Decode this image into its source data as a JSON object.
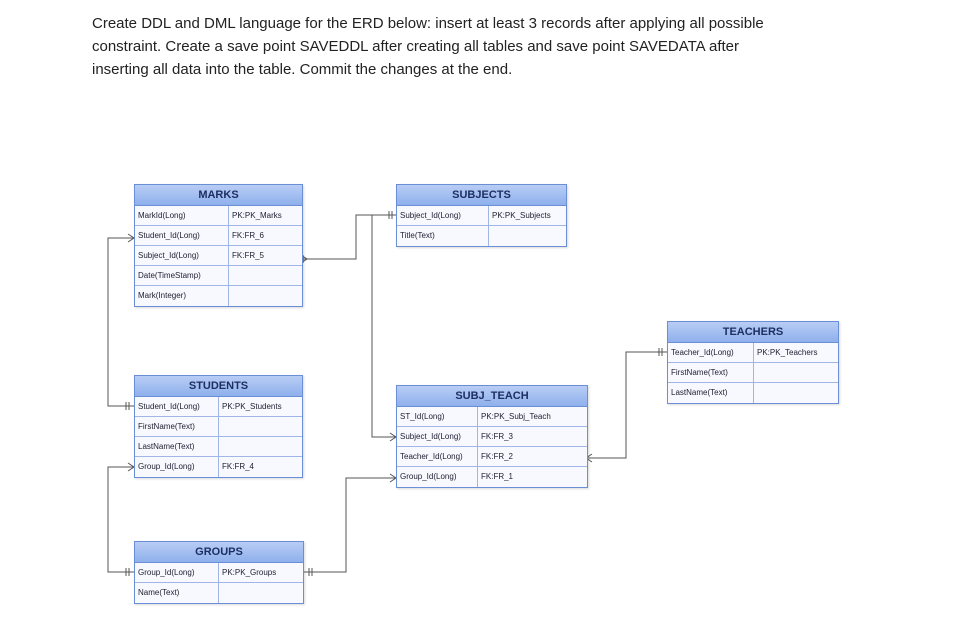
{
  "instructions": {
    "line1": "Create DDL and DML language for the ERD below: insert at least 3 records after applying all possible",
    "line2": "constraint. Create a save point SAVEDDL after creating all tables and save point SAVEDATA after",
    "line3": "inserting all data into the table. Commit the changes at the end."
  },
  "tables": {
    "marks": {
      "title": "MARKS",
      "rows": [
        {
          "field": "MarkId(Long)",
          "key": "PK:PK_Marks"
        },
        {
          "field": "Student_Id(Long)",
          "key": "FK:FR_6"
        },
        {
          "field": "Subject_Id(Long)",
          "key": "FK:FR_5"
        },
        {
          "field": "Date(TimeStamp)",
          "key": ""
        },
        {
          "field": "Mark(Integer)",
          "key": ""
        }
      ]
    },
    "subjects": {
      "title": "SUBJECTS",
      "rows": [
        {
          "field": "Subject_Id(Long)",
          "key": "PK:PK_Subjects"
        },
        {
          "field": "Title(Text)",
          "key": ""
        }
      ]
    },
    "students": {
      "title": "STUDENTS",
      "rows": [
        {
          "field": "Student_Id(Long)",
          "key": "PK:PK_Students"
        },
        {
          "field": "FirstName(Text)",
          "key": ""
        },
        {
          "field": "LastName(Text)",
          "key": ""
        },
        {
          "field": "Group_Id(Long)",
          "key": "FK:FR_4"
        }
      ]
    },
    "subj_teach": {
      "title": "SUBJ_TEACH",
      "rows": [
        {
          "field": "ST_Id(Long)",
          "key": "PK:PK_Subj_Teach"
        },
        {
          "field": "Subject_Id(Long)",
          "key": "FK:FR_3"
        },
        {
          "field": "Teacher_Id(Long)",
          "key": "FK:FR_2"
        },
        {
          "field": "Group_Id(Long)",
          "key": "FK:FR_1"
        }
      ]
    },
    "teachers": {
      "title": "TEACHERS",
      "rows": [
        {
          "field": "Teacher_Id(Long)",
          "key": "PK:PK_Teachers"
        },
        {
          "field": "FirstName(Text)",
          "key": ""
        },
        {
          "field": "LastName(Text)",
          "key": ""
        }
      ]
    },
    "groups": {
      "title": "GROUPS",
      "rows": [
        {
          "field": "Group_Id(Long)",
          "key": "PK:PK_Groups"
        },
        {
          "field": "Name(Text)",
          "key": ""
        }
      ]
    }
  },
  "colors": {
    "header": "#8fb0ec",
    "border": "#6b8fd6",
    "connector": "#555555"
  }
}
